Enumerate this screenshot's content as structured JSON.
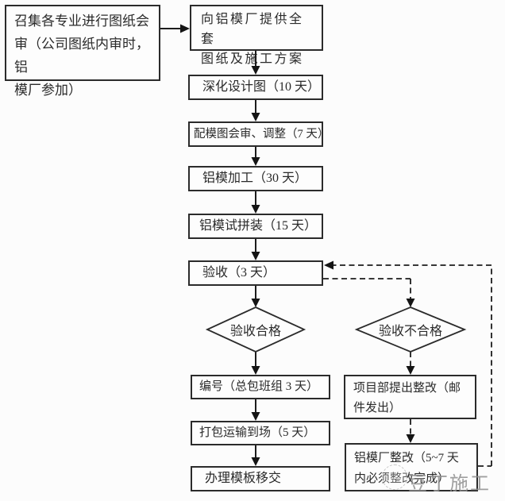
{
  "nodes": {
    "convene": {
      "lines": [
        "召集各专业进行图纸会",
        "审（公司图纸内审时，铝",
        "模厂参加）"
      ]
    },
    "provide": {
      "lines": [
        "向铝模厂提供全套",
        "图纸及施工方案"
      ]
    },
    "design": {
      "text": "深化设计图（10 天）"
    },
    "review": {
      "text": "配模图会审、调整（7 天）"
    },
    "process": {
      "text": "铝模加工（30 天）"
    },
    "trial": {
      "text": "铝模试拼装（15 天）"
    },
    "accept": {
      "text": "验收（3 天）"
    },
    "pass": {
      "text": "验收合格"
    },
    "fail": {
      "text": "验收不合格"
    },
    "number": {
      "text": "编号（总包班组 3 天）"
    },
    "transport": {
      "text": "打包运输到场（5 天）"
    },
    "handover": {
      "text": "办理模板移交"
    },
    "request": {
      "lines": [
        "项目部提出整改（邮",
        "件发出）"
      ]
    },
    "factory": {
      "lines": [
        "铝模厂整改（5~7 天",
        "内必须整改完成）"
      ]
    }
  },
  "watermark": {
    "text": "豆丁施工"
  },
  "colors": {
    "line": "#1c1c1c",
    "border": "#2b2b2b",
    "background": "#fcfcfc",
    "watermark": "#8f8f8f"
  }
}
